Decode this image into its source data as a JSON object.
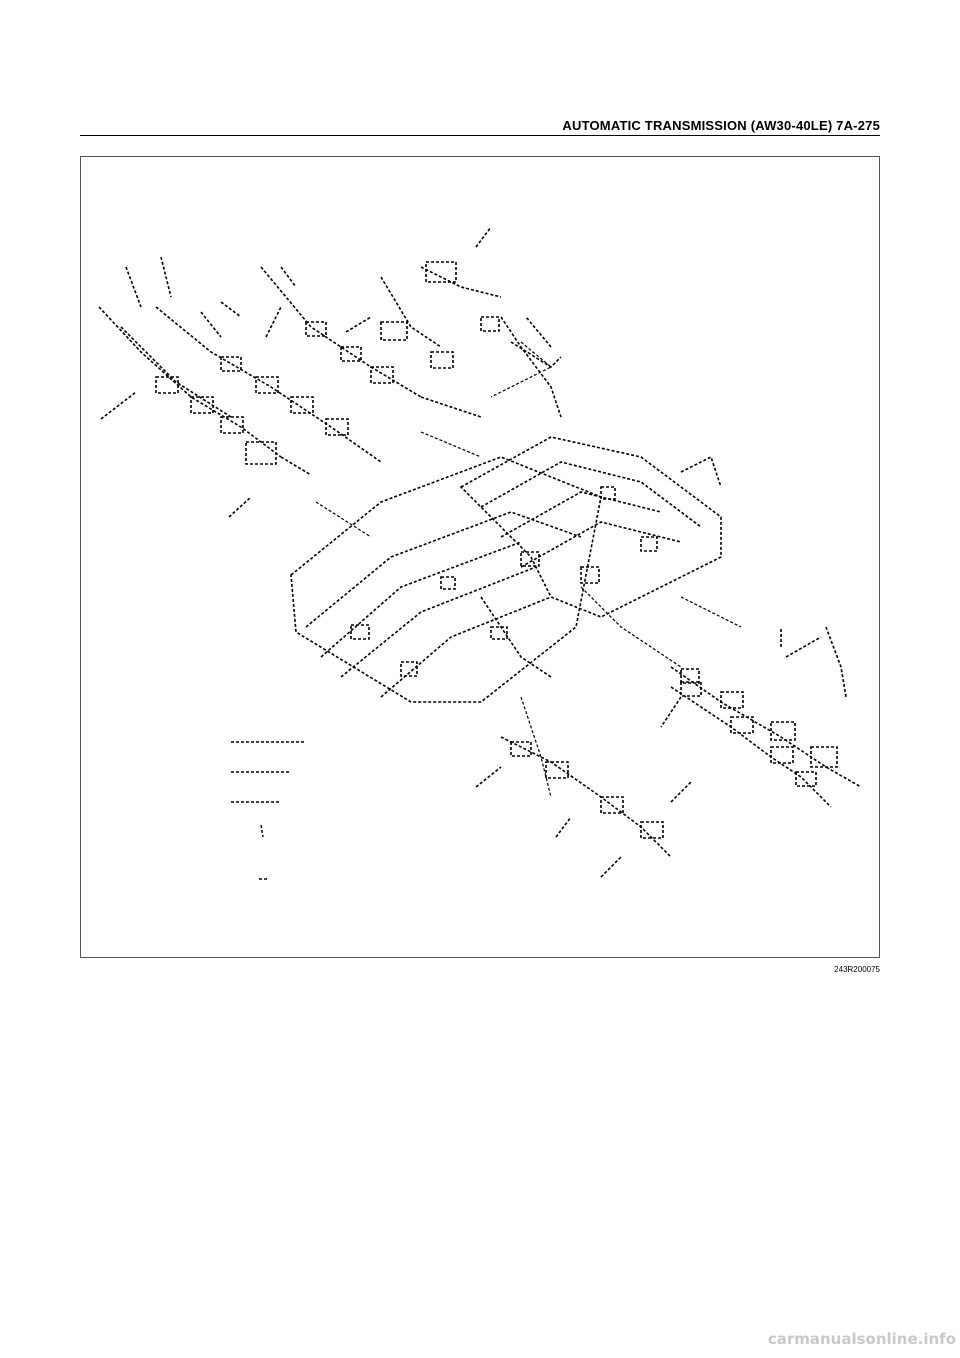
{
  "header": {
    "title": "AUTOMATIC TRANSMISSION (AW30-40LE)  7A-275"
  },
  "figure": {
    "figure_id": "243R200075"
  },
  "watermark": {
    "text": "carmanualsonline.info"
  }
}
